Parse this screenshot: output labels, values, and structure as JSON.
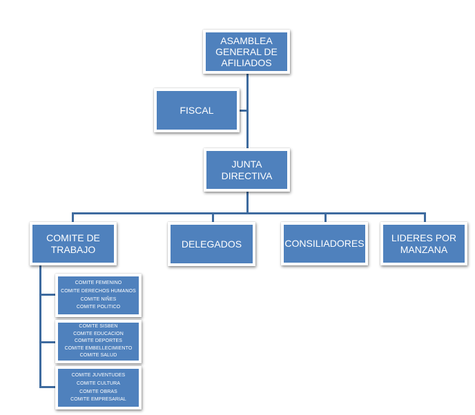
{
  "diagram": {
    "type": "org-chart",
    "root": {
      "lines": [
        "ASAMBLEA",
        "GENERAL DE",
        "AFILIADOS"
      ]
    },
    "fiscal": {
      "lines": [
        "FISCAL"
      ]
    },
    "junta": {
      "lines": [
        "JUNTA DIRECTIVA"
      ]
    },
    "level3": [
      {
        "lines": [
          "COMITE DE",
          "TRABAJO"
        ]
      },
      {
        "lines": [
          "DELEGADOS"
        ]
      },
      {
        "lines": [
          "CONSILIADORES"
        ]
      },
      {
        "lines": [
          "LIDERES POR",
          "MANZANA"
        ]
      }
    ],
    "committee_groups": [
      {
        "items": [
          "COMITE FEMENINO",
          "COMITE DERECHOS HUMANOS",
          "COMITE NIÑES",
          "COMITE POLITICO"
        ]
      },
      {
        "items": [
          "COMITE SISBEN",
          "COMITE EDUCACION",
          "COMITE DEPORTES",
          "COMITE EMBELLECIMIENTO",
          "COMITE SALUD"
        ]
      },
      {
        "items": [
          "COMITE JUVENTUDES",
          "COMITE CULTURA",
          "COMITE OBRAS",
          "COMITE EMPRESARIAL"
        ]
      }
    ]
  }
}
